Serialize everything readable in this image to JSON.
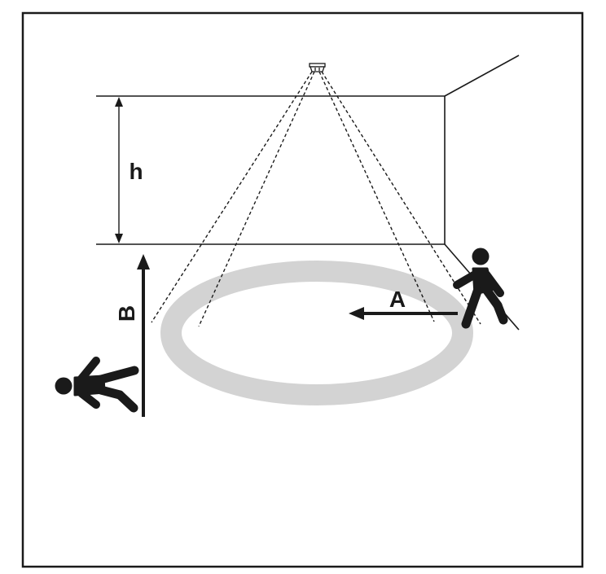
{
  "labels": {
    "height": "h",
    "direction_a": "A",
    "direction_b": "B"
  },
  "colors": {
    "line": "#1a1a1a",
    "detection_ring": "#d3d3d3",
    "background": "#ffffff"
  },
  "icons": {
    "sensor": "ceiling-motion-sensor-icon",
    "person_walking_right": "person-walking-icon",
    "person_walking_left": "person-walking-icon"
  }
}
